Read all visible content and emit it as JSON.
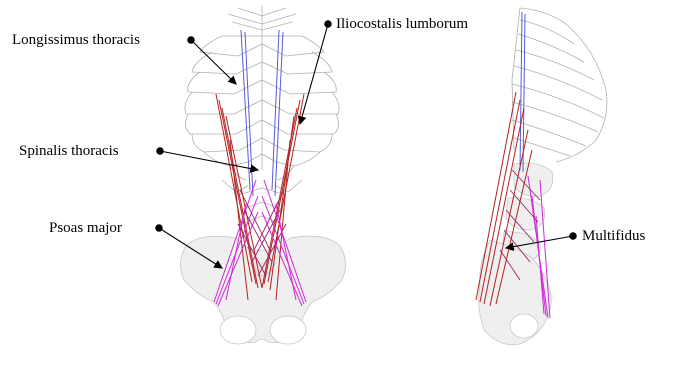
{
  "labels": {
    "longissimus": "Longissimus thoracis",
    "iliocostalis": "Iliocostalis lumborum",
    "spinalis": "Spinalis thoracis",
    "psoas": "Psoas major",
    "multifidus": "Multifidus"
  },
  "colors": {
    "skeleton_line": "#b0b0b0",
    "bone_fill": "#efefef",
    "muscle_red": "#b22222",
    "muscle_magenta": "#d02ad8",
    "muscle_blue": "#5a5ad8",
    "leader": "#000000"
  }
}
